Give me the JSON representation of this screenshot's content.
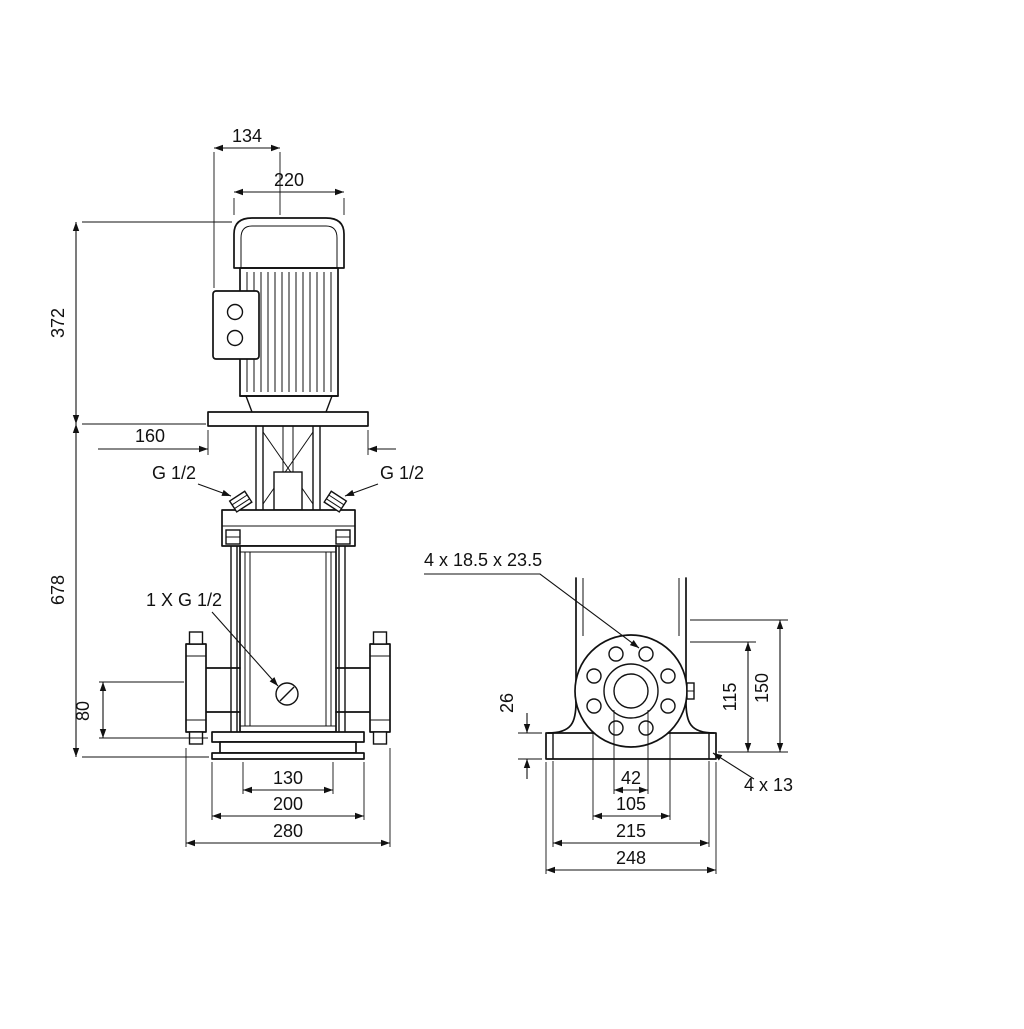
{
  "page": {
    "background": "#ffffff",
    "line_color": "#111111",
    "drawing_type": "technical dimensional drawing, vertical multistage pump",
    "views": [
      "front-elevation",
      "base-side-view"
    ]
  },
  "labels": {
    "d134": "134",
    "d220": "220",
    "d372": "372",
    "d160": "160",
    "g_left": "G 1/2",
    "g_right": "G 1/2",
    "d678": "678",
    "drain": "1 X G 1/2",
    "d80": "80",
    "d130": "130",
    "d200": "200",
    "d280": "280",
    "flange_holes": "4 x 18.5  x 23.5",
    "d26": "26",
    "d115": "115",
    "d150": "150",
    "d42": "42",
    "d105": "105",
    "d215": "215",
    "d248": "248",
    "base_holes": "4 x 13"
  }
}
